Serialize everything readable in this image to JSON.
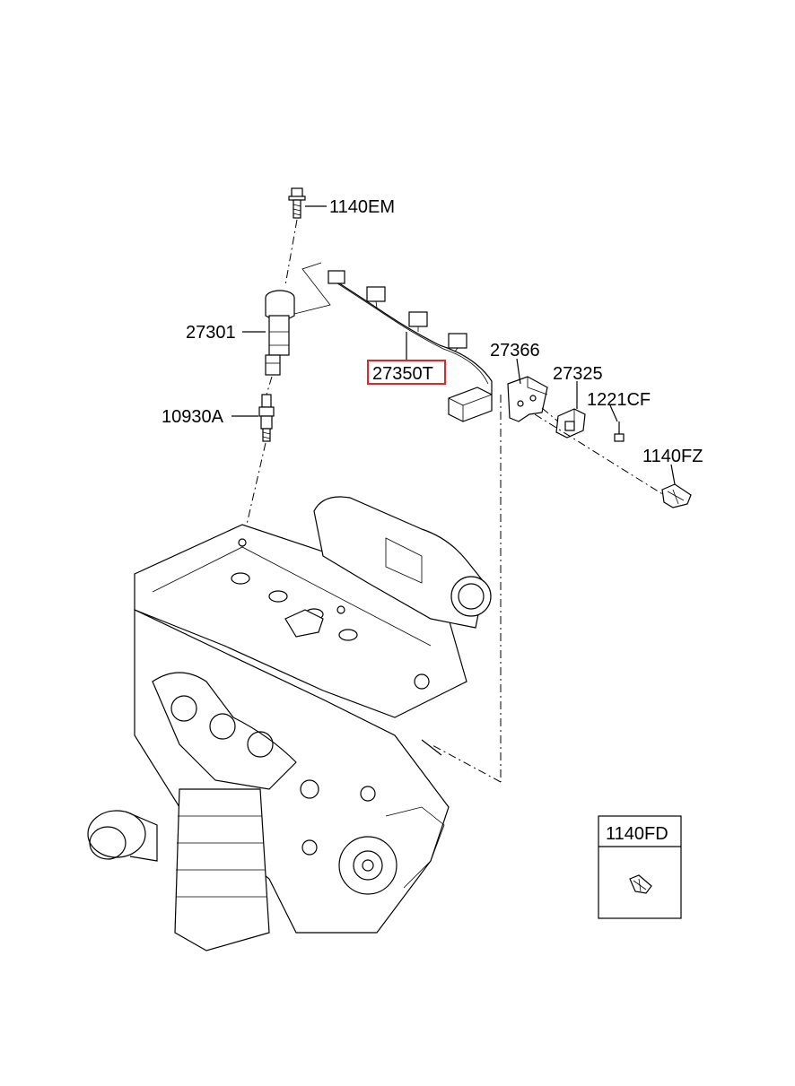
{
  "diagram": {
    "callouts": {
      "bolt_top": "1140EM",
      "ignition_coil": "27301",
      "spark_plug": "10930A",
      "wiring_harness": "27350T",
      "bracket": "27366",
      "sensor": "27325",
      "small_bolt": "1221CF",
      "bracket_bolt": "1140FZ"
    },
    "inset": {
      "part_number": "1140FD"
    },
    "highlight_color": "#e0262b"
  }
}
